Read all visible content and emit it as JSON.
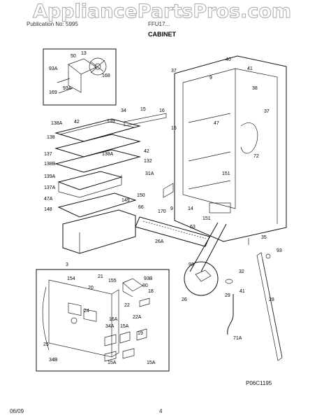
{
  "watermark": "AppliancePartsPros.com",
  "header": {
    "left": "Publication No: 5995",
    "right": "FFU17..."
  },
  "section_title": "CABINET",
  "footer": {
    "date": "06/09",
    "page": "4"
  },
  "diagram_code": "P06C1195",
  "callouts": [
    "50",
    "13",
    "93A",
    "169",
    "93A",
    "168",
    "40",
    "41",
    "37",
    "9",
    "38",
    "37",
    "34",
    "15",
    "16",
    "15",
    "47",
    "139",
    "42",
    "138A",
    "138",
    "138A",
    "137",
    "132",
    "42",
    "138B",
    "139A",
    "31A",
    "137A",
    "150",
    "47A",
    "149",
    "148",
    "66",
    "170",
    "9",
    "14",
    "151",
    "151",
    "72",
    "63",
    "35",
    "93",
    "26A",
    "3",
    "32",
    "41",
    "26",
    "93",
    "28",
    "29",
    "71A",
    "154",
    "21",
    "155",
    "20",
    "93B",
    "80",
    "18",
    "24",
    "22",
    "22A",
    "16A",
    "15A",
    "34A",
    "19",
    "25",
    "34B",
    "15A"
  ]
}
